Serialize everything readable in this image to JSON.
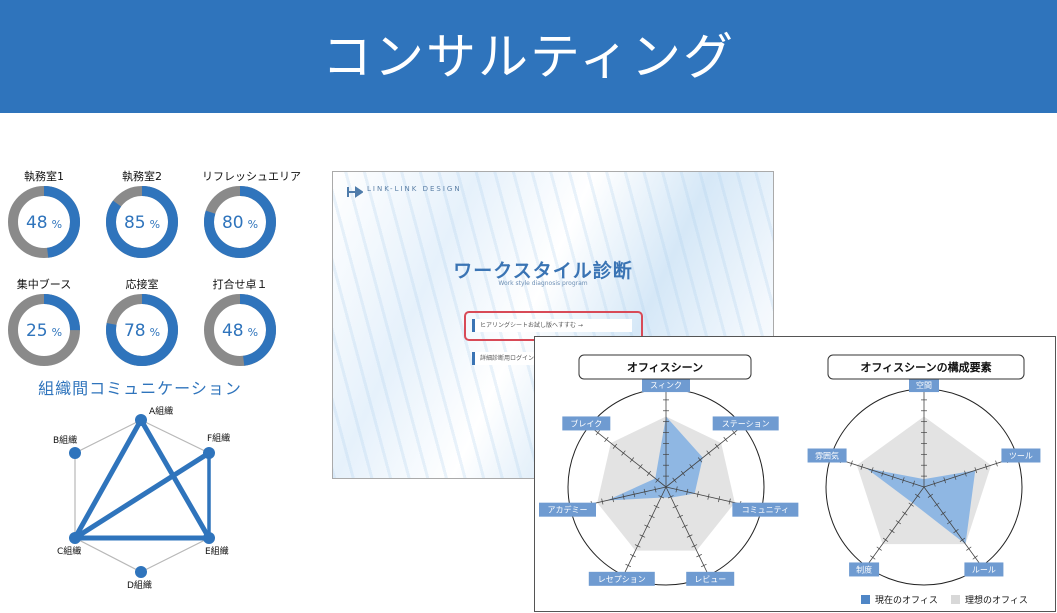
{
  "header": {
    "title": "コンサルティング"
  },
  "occupancy": {
    "unit": "%",
    "rooms": [
      {
        "label": "執務室1",
        "value": 48
      },
      {
        "label": "執務室2",
        "value": 85
      },
      {
        "label": "リフレッシュエリア",
        "value": 80
      },
      {
        "label": "集中ブース",
        "value": 25
      },
      {
        "label": "応接室",
        "value": 78
      },
      {
        "label": "打合せ卓１",
        "value": 48
      }
    ]
  },
  "network": {
    "title": "組織間コミュニケーション",
    "nodes": [
      "A組織",
      "F組織",
      "E組織",
      "D組織",
      "C組織",
      "B組織"
    ],
    "links": [
      {
        "from": "A組織",
        "to": "C組織",
        "strength": "thick"
      },
      {
        "from": "A組織",
        "to": "E組織",
        "strength": "thick"
      },
      {
        "from": "C組織",
        "to": "F組織",
        "strength": "thick"
      },
      {
        "from": "C組織",
        "to": "E組織",
        "strength": "thick"
      },
      {
        "from": "F組織",
        "to": "E組織",
        "strength": "medium"
      }
    ]
  },
  "diagnosis": {
    "logo_text": "LINK-LINK DESIGN",
    "title": "ワークスタイル診断",
    "subtitle": "Work style diagnosis program",
    "option_primary": "ヒアリングシートお試し版へすすむ →",
    "option_secondary": "詳細診断用ログイン"
  },
  "radar": {
    "scenes": {
      "title": "オフィスシーン",
      "axes": [
        "スィンク",
        "ステーション",
        "コミュニティ",
        "レビュー",
        "レセプション",
        "アカデミー",
        "ブレイク"
      ],
      "current": [
        0.72,
        0.48,
        0.3,
        0.12,
        0.12,
        0.62,
        0.14
      ],
      "ideal": [
        0.72,
        0.72,
        0.72,
        0.72,
        0.72,
        0.72,
        0.72
      ]
    },
    "elements": {
      "title": "オフィスシーンの構成要素",
      "axes": [
        "空間",
        "ツール",
        "ルール",
        "制度",
        "雰囲気"
      ],
      "current": [
        0.08,
        0.55,
        0.72,
        0.2,
        0.62
      ],
      "ideal": [
        0.72,
        0.72,
        0.72,
        0.72,
        0.72
      ]
    },
    "legend": {
      "current": "現在のオフィス",
      "ideal": "理想のオフィス"
    }
  },
  "colors": {
    "accent": "#2f74bc",
    "track": "#8a8a8a",
    "current_fill": "#8fb7e3",
    "ideal_fill": "#e3e3e3",
    "axis_tag": "#6f9bd1"
  }
}
